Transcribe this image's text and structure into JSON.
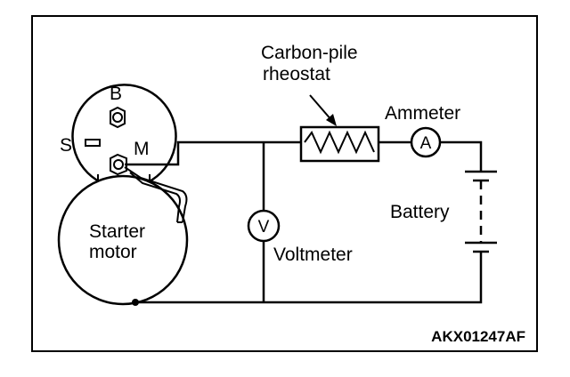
{
  "diagram": {
    "labels": {
      "terminal_b": "B",
      "terminal_s": "S",
      "terminal_m": "M",
      "starter_motor_line1": "Starter",
      "starter_motor_line2": "motor",
      "rheostat_line1": "Carbon-pile",
      "rheostat_line2": "rheostat",
      "ammeter": "Ammeter",
      "ammeter_symbol": "A",
      "battery": "Battery",
      "voltmeter": "Voltmeter",
      "voltmeter_symbol": "V",
      "figure_code": "AKX01247AF"
    }
  }
}
